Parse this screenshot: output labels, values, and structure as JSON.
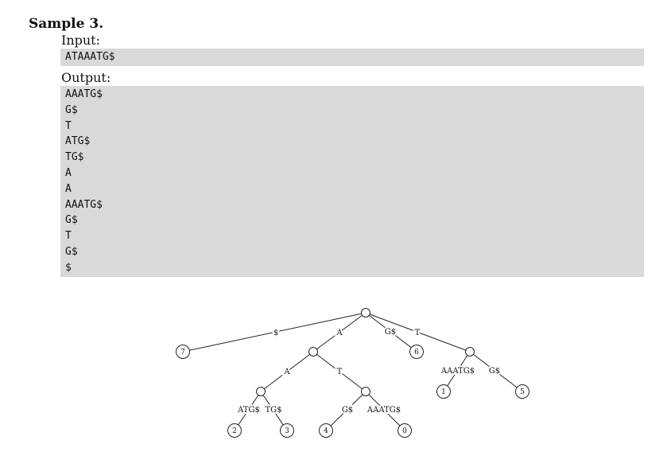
{
  "heading": "Sample 3.",
  "input": {
    "label": "Input:",
    "lines": [
      "ATAAATG$"
    ]
  },
  "output": {
    "label": "Output:",
    "lines": [
      "AAATG$",
      "G$",
      "T",
      "ATG$",
      "TG$",
      "A",
      "A",
      "AAATG$",
      "G$",
      "T",
      "G$",
      "$"
    ]
  },
  "tree": {
    "edges": [
      {
        "label": "$"
      },
      {
        "label": "A"
      },
      {
        "label": "G$"
      },
      {
        "label": "T"
      },
      {
        "label": "A"
      },
      {
        "label": "T"
      },
      {
        "label": "AAATG$"
      },
      {
        "label": "G$"
      },
      {
        "label": "ATG$"
      },
      {
        "label": "TG$"
      },
      {
        "label": "G$"
      },
      {
        "label": "AAATG$"
      }
    ],
    "leaves": [
      "7",
      "6",
      "1",
      "5",
      "2",
      "3",
      "4",
      "0"
    ]
  }
}
